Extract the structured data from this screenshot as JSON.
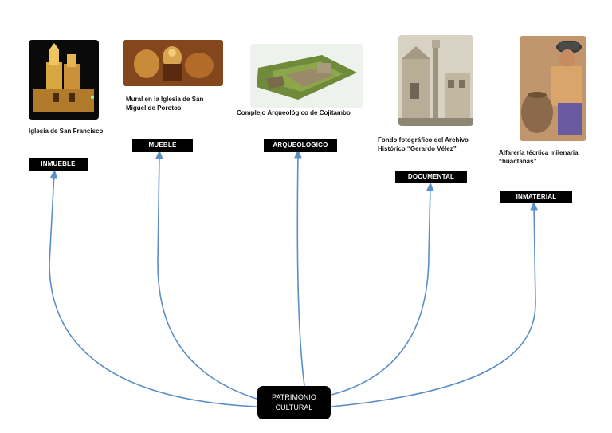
{
  "root": {
    "line1": "PATRIMONIO",
    "line2": "CULTURAL"
  },
  "branches": [
    {
      "category": "INMUEBLE",
      "caption_lines": [
        "Iglesia de San Francisco"
      ],
      "image": "church-night-photo"
    },
    {
      "category": "MUEBLE",
      "caption_lines": [
        "Mural en la Iglesia de San",
        "Miguel de Porotos"
      ],
      "image": "church-mural-photo"
    },
    {
      "category": "ARQUEOLOGICO",
      "caption_lines": [
        "Complejo Arqueológico de Cojitambo"
      ],
      "image": "archaeological-ruins-photo"
    },
    {
      "category": "DOCUMENTAL",
      "caption_lines": [
        "Fondo fotográfico del Archivo",
        "Histórico “Gerardo Vélez”"
      ],
      "image": "historic-sepia-photo"
    },
    {
      "category": "INMATERIAL",
      "caption_lines": [
        "Alfarería técnica milenaria",
        "“huactanas”"
      ],
      "image": "pottery-artisan-photo"
    }
  ],
  "colors": {
    "connector": "#5b8fc7",
    "tag_bg": "#000000",
    "tag_text": "#ffffff"
  }
}
